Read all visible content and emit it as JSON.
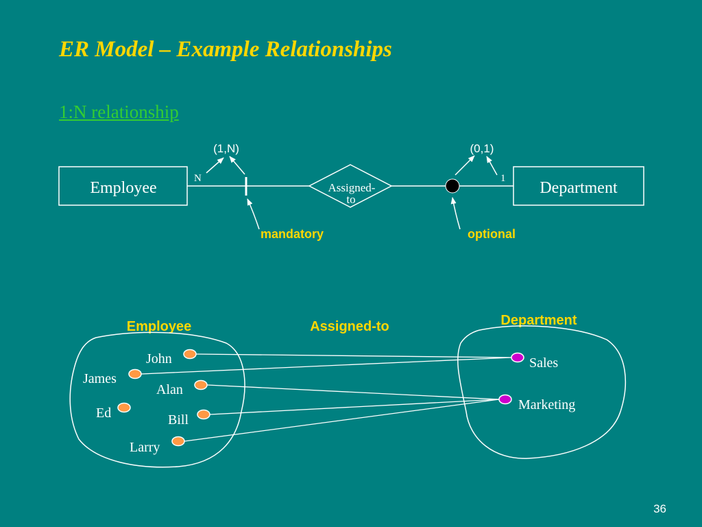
{
  "slide": {
    "title": "ER Model – Example Relationships",
    "subtitle": "1:N relationship",
    "page_number": "36"
  },
  "er_diagram": {
    "left_entity": "Employee",
    "right_entity": "Department",
    "relationship": {
      "line1": "Assigned-",
      "line2": "to"
    },
    "left_cardinality": "N",
    "right_cardinality": "1",
    "left_participation": "(1,N)",
    "right_participation": "(0,1)",
    "left_label": "mandatory",
    "right_label": "optional"
  },
  "instance_diagram": {
    "employee_heading": "Employee",
    "relationship_heading": "Assigned-to",
    "department_heading": "Department",
    "employees": [
      "John",
      "James",
      "Alan",
      "Ed",
      "Bill",
      "Larry"
    ],
    "departments": [
      "Sales",
      "Marketing"
    ],
    "assignments": [
      {
        "employee": "John",
        "department": "Sales"
      },
      {
        "employee": "James",
        "department": "Sales"
      },
      {
        "employee": "Alan",
        "department": "Marketing"
      },
      {
        "employee": "Bill",
        "department": "Marketing"
      },
      {
        "employee": "Larry",
        "department": "Marketing"
      }
    ]
  },
  "colors": {
    "background": "#008080",
    "title": "#ffd700",
    "subtitle": "#33cc33",
    "employee_dot": "#ff9944",
    "department_dot": "#cc00cc",
    "lines": "#ffffff"
  }
}
